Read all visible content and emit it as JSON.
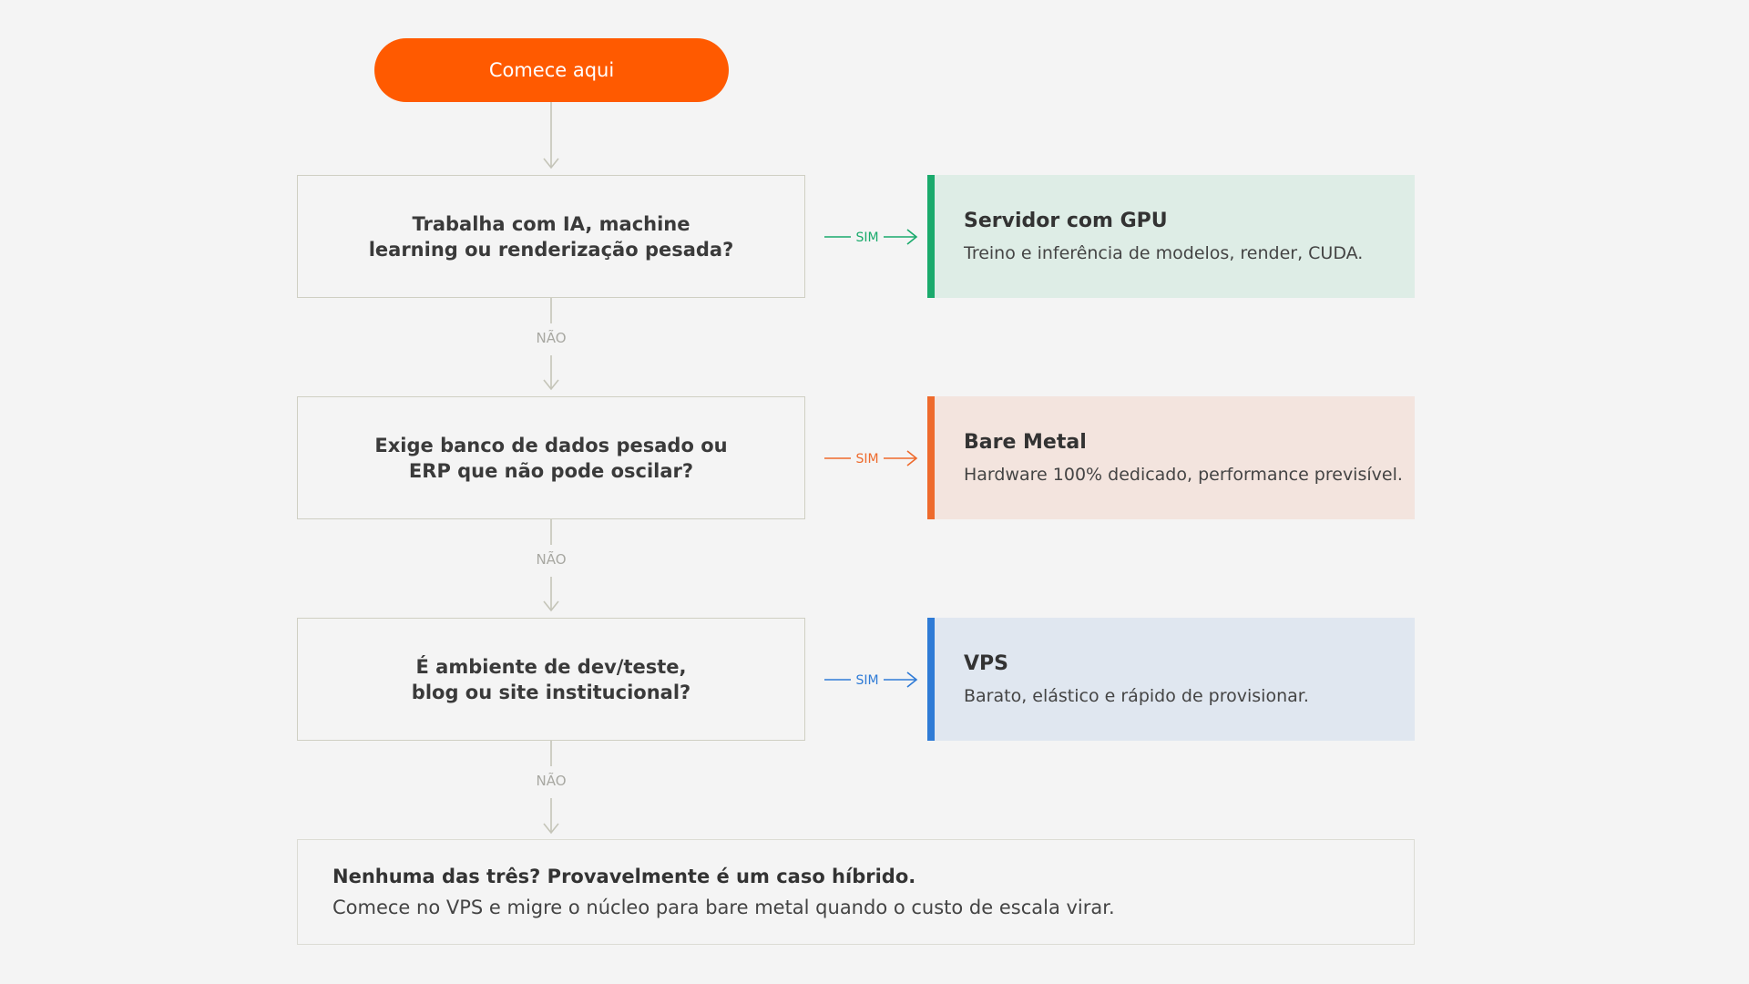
{
  "start": {
    "label": "Comece aqui"
  },
  "questions": [
    {
      "line1": "Trabalha com IA, machine",
      "line2": "learning ou renderização pesada?"
    },
    {
      "line1": "Exige banco de dados pesado ou",
      "line2": "ERP que não pode oscilar?"
    },
    {
      "line1": "É ambiente de dev/teste,",
      "line2": "blog ou site institucional?"
    }
  ],
  "results": [
    {
      "title": "Servidor com GPU",
      "desc": "Treino e inferência de modelos, render, CUDA.",
      "accent": "#1aaa6c",
      "bg": "#deede6"
    },
    {
      "title": "Bare Metal",
      "desc": "Hardware 100% dedicado, performance previsível.",
      "accent": "#ee6a2c",
      "bg": "#f3e4de"
    },
    {
      "title": "VPS",
      "desc": "Barato, elástico e rápido de provisionar.",
      "accent": "#2f7bd6",
      "bg": "#e0e7f0"
    }
  ],
  "labels": {
    "yes": "SIM",
    "no": "NÃO"
  },
  "final": {
    "title": "Nenhuma das três? Provavelmente é um caso híbrido.",
    "desc": "Comece no VPS e migre o núcleo para bare metal quando o custo de escala virar."
  },
  "colors": {
    "start": "#ff5a00",
    "connector": "#c4c4b8",
    "background": "#f4f4f4"
  }
}
